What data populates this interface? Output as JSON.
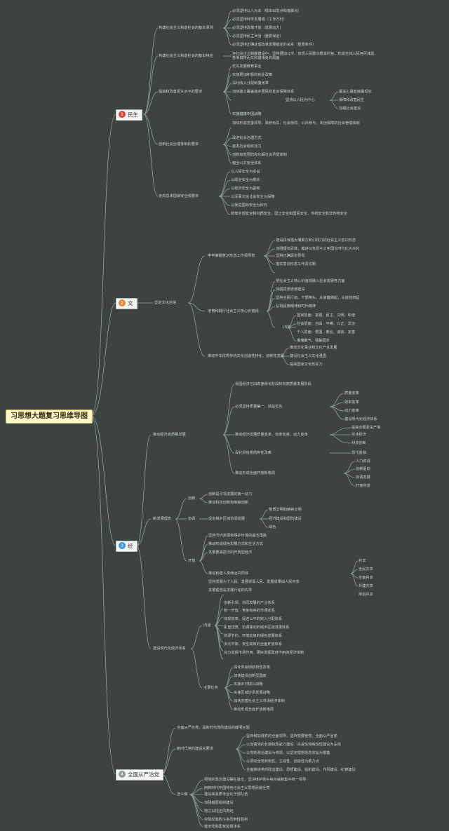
{
  "root": {
    "title": "习思想大题复习思维导图"
  },
  "colors": {
    "background": "#3c4340",
    "line": "#8fa39a",
    "num_red": "#d8463a",
    "num_orange": "#e58a2e",
    "num_blue": "#3a9bd9",
    "num_grey": "#8c9a93"
  },
  "branches": [
    {
      "num": "1",
      "label": "民生",
      "color": "num_red"
    },
    {
      "num": "2",
      "label": "文",
      "color": "num_orange"
    },
    {
      "num": "3",
      "label": "经",
      "color": "num_blue"
    },
    {
      "num": "4",
      "label": "全面从严治党",
      "color": "num_grey"
    }
  ],
  "texts": {
    "b1_t1": "构建社会主义和谐社会的基本原则",
    "b1_t1_1": "必须坚持以人为本（根本出发点和落脚点）",
    "b1_t1_2": "必须坚持科学发展观（工作方针）",
    "b1_t1_3": "必须坚持改革开放（发展动力）",
    "b1_t1_4": "必须坚持民主法治（重要保证）",
    "b1_t1_5": "必须坚持正确处理改革发展稳定的关系（重要条件）",
    "b1_t2": "构建社会主义和谐社会的基本特征",
    "b1_t2_1": "在社会主义制度建设中，坚持更加公平，体现人民群众根本利益，形成全体人民各尽其能、各得其所而又和谐相处的局面",
    "b1_t3": "提高和改善民生水平的要求",
    "b1_t3_1": "优先发展教育事业",
    "b1_t3_2": "实施更加积极的就业政策",
    "b1_t3_3": "深化收入分配制度改革",
    "b1_t3_4": "加快建立覆盖城乡居民的社会保障体系",
    "b1_t3_5": "坚持以人民为中心",
    "b1_t3_5a": "最关心最直接最现实",
    "b1_t3_5b": "保障和改善民生",
    "b1_t3_5c": "加强社会建设",
    "b1_t3_6": "实施健康中国战略",
    "b1_t4": "创新社会治理体制的要求",
    "b1_t4_1": "加快形成党委领导、政府负责、社会协同、公众参与、法治保障的社会管理体制",
    "b1_t4_2": "改进社会治理方式",
    "b1_t4_3": "激发社会组织活力",
    "b1_t4_4": "创新有效预防和化解社会矛盾体制",
    "b1_t4_5": "健全公共安全体系",
    "b1_t5": "走向总体国家安全观要求",
    "b1_t5_1": "以人民安全为宗旨",
    "b1_t5_2": "以政治安全为根本",
    "b1_t5_3": "以经济安全为基础",
    "b1_t5_4": "以军事文化社会安全为保障",
    "b1_t5_5": "以促进国际安全为依托",
    "b1_t5_6": "统筹外部安全和内部安全、国土安全和国民安全、传统安全和非传统安全",
    "b2_t1": "坚定文化自信",
    "b2_t1a": "牢牢掌握意识形态工作领导权",
    "b2_t1a_1": "建设具有强大凝聚力和引领力的社会主义意识形态",
    "b2_t1a_2": "加强理论武装，推进马克思主义中国化时代化大众化",
    "b2_t1a_3": "坚持正确舆论导向",
    "b2_t1a_4": "落实意识形态工作责任制",
    "b2_t1b": "培育和践行社会主义核心价值观",
    "b2_t1b_1": "把社会主义核心价值观融入社会发展各方面",
    "b2_t1b_2": "加强思想道德建设",
    "b2_t1b_3": "坚持全民行动、干部带头，从家庭做起，从娃娃抓起",
    "b2_t1b_4": "弘扬民族精神和时代精神",
    "b2_t1b_5": "内容",
    "b2_t1b_5a": "国家层面：富强、民主、文明、和谐",
    "b2_t1b_5b": "社会层面：自由、平等、公正、法治",
    "b2_t1b_5c": "个人层面：爱国、敬业、诚信、友善",
    "b2_t1b_5d": "凝魂聚气、强基固本",
    "b2_t1c": "推动中华优秀传统文化创造性转化、创新性发展",
    "b2_t1c_1": "推动文化事业和文化产业发展",
    "b2_t1c_2": "建设社会主义文化强国",
    "b2_t1c_3": "提高国家文化软实力",
    "b3_t1": "推动经济高质量发展",
    "b3_t1_1": "我国经济已由高速增长阶段转向高质量发展阶段",
    "b3_t1_2": "必须坚持质量第一、效益优先",
    "b3_t1_2a": "质量变革",
    "b3_t1_2b": "效率变革",
    "b3_t1_2c": "动力变革",
    "b3_t1_2d": "建设现代化经济体系",
    "b3_t1_3": "推动经济发展质量变革、效率变革、动力变革",
    "b3_t1_3a": "提高全要素生产率",
    "b3_t1_3b": "实体经济",
    "b3_t1_3c": "科技创新",
    "b3_t1_3d": "现代金融",
    "b3_t1_4": "深化供给侧结构性改革",
    "b3_t1_5": "推动形成全面开放新格局",
    "b3_t1_5a": "人力资源",
    "b3_t1_5b": "创新驱动",
    "b3_t1_5c": "协调发展",
    "b3_t1_5d": "开放共享",
    "b3_t2": "新发展理念",
    "b3_t2_1": "创新",
    "b3_t2_1a": "创新是引领发展的第一动力",
    "b3_t2_1b": "推动科技创新和制度创新",
    "b3_t2_2": "协调",
    "b3_t2_2a": "促进城乡区域协调发展",
    "b3_t2_2b": "物质文明和精神文明",
    "b3_t2_2c": "经济建设和国防建设",
    "b3_t2_3": "绿色",
    "b3_t2_3a": "坚持节约资源和保护环境的基本国策",
    "b3_t2_3b": "推动形成绿色发展方式和生活方式",
    "b3_t2_4": "开放",
    "b3_t2_4a": "发展更高层次的开放型经济",
    "b3_t2_4b": "推动构建人类命运共同体",
    "b3_t2_5": "共享",
    "b3_t2_5a": "坚持发展为了人民、发展依靠人民、发展成果由人民共享",
    "b3_t2_5b": "发展理念是发展行动的先导",
    "b3_t2_5c": "全民共享",
    "b3_t2_5d": "全面共享",
    "b3_t2_5e": "共建共享",
    "b3_t2_5f": "渐进共享",
    "b3_t3": "建设现代化经济体系",
    "b3_t3_1": "内涵",
    "b3_t3_1a": "创新引领、协同发展的产业体系",
    "b3_t3_1b": "统一开放、竞争有序的市场体系",
    "b3_t3_1c": "体现效率、促进公平的收入分配体系",
    "b3_t3_1d": "彰显优势、协调联动的城乡区域发展体系",
    "b3_t3_1e": "资源节约、环境友好的绿色发展体系",
    "b3_t3_1f": "多元平衡、安全高效的全面开放体系",
    "b3_t3_1g": "充分发挥市场作用、更好发挥政府作用的经济体制",
    "b3_t3_2": "主要任务",
    "b3_t3_2a": "深化供给侧结构性改革",
    "b3_t3_2b": "加快建设创新型国家",
    "b3_t3_2c": "实施乡村振兴战略",
    "b3_t3_2d": "实施区域协调发展战略",
    "b3_t3_2e": "加快完善社会主义市场经济体制",
    "b3_t3_2f": "推动形成全面开放新格局",
    "b4_t1": "全面从严治党，是新时代党的建设的鲜明主题",
    "b4_t2": "新时代党的建设总要求",
    "b4_t2_1": "坚持和加强党的全面领导，坚持党要管党、全面从严治党",
    "b4_t2_2": "以加强党的长期执政能力建设、先进性和纯洁性建设为主线",
    "b4_t2_3": "以党的政治建设为统领，以坚定理想信念宗旨为根基",
    "b4_t2_4": "以调动全党积极性、主动性、创造性为着力点",
    "b4_t2_5": "全面推进党的政治建设、思想建设、组织建设、作风建设、纪律建设",
    "b4_t3": "怎么做",
    "b4_t3_1": "把党的政治建设摆在首位，坚决维护党中央权威和集中统一领导",
    "b4_t3_2": "用新时代中国特色社会主义思想武装全党",
    "b4_t3_3": "建设高素质专业化干部队伍",
    "b4_t3_4": "加强基层组织建设",
    "b4_t3_5": "持之以恒正风肃纪",
    "b4_t3_6": "夺取反腐败斗争压倒性胜利",
    "b4_t3_7": "健全党和国家监督体系"
  }
}
